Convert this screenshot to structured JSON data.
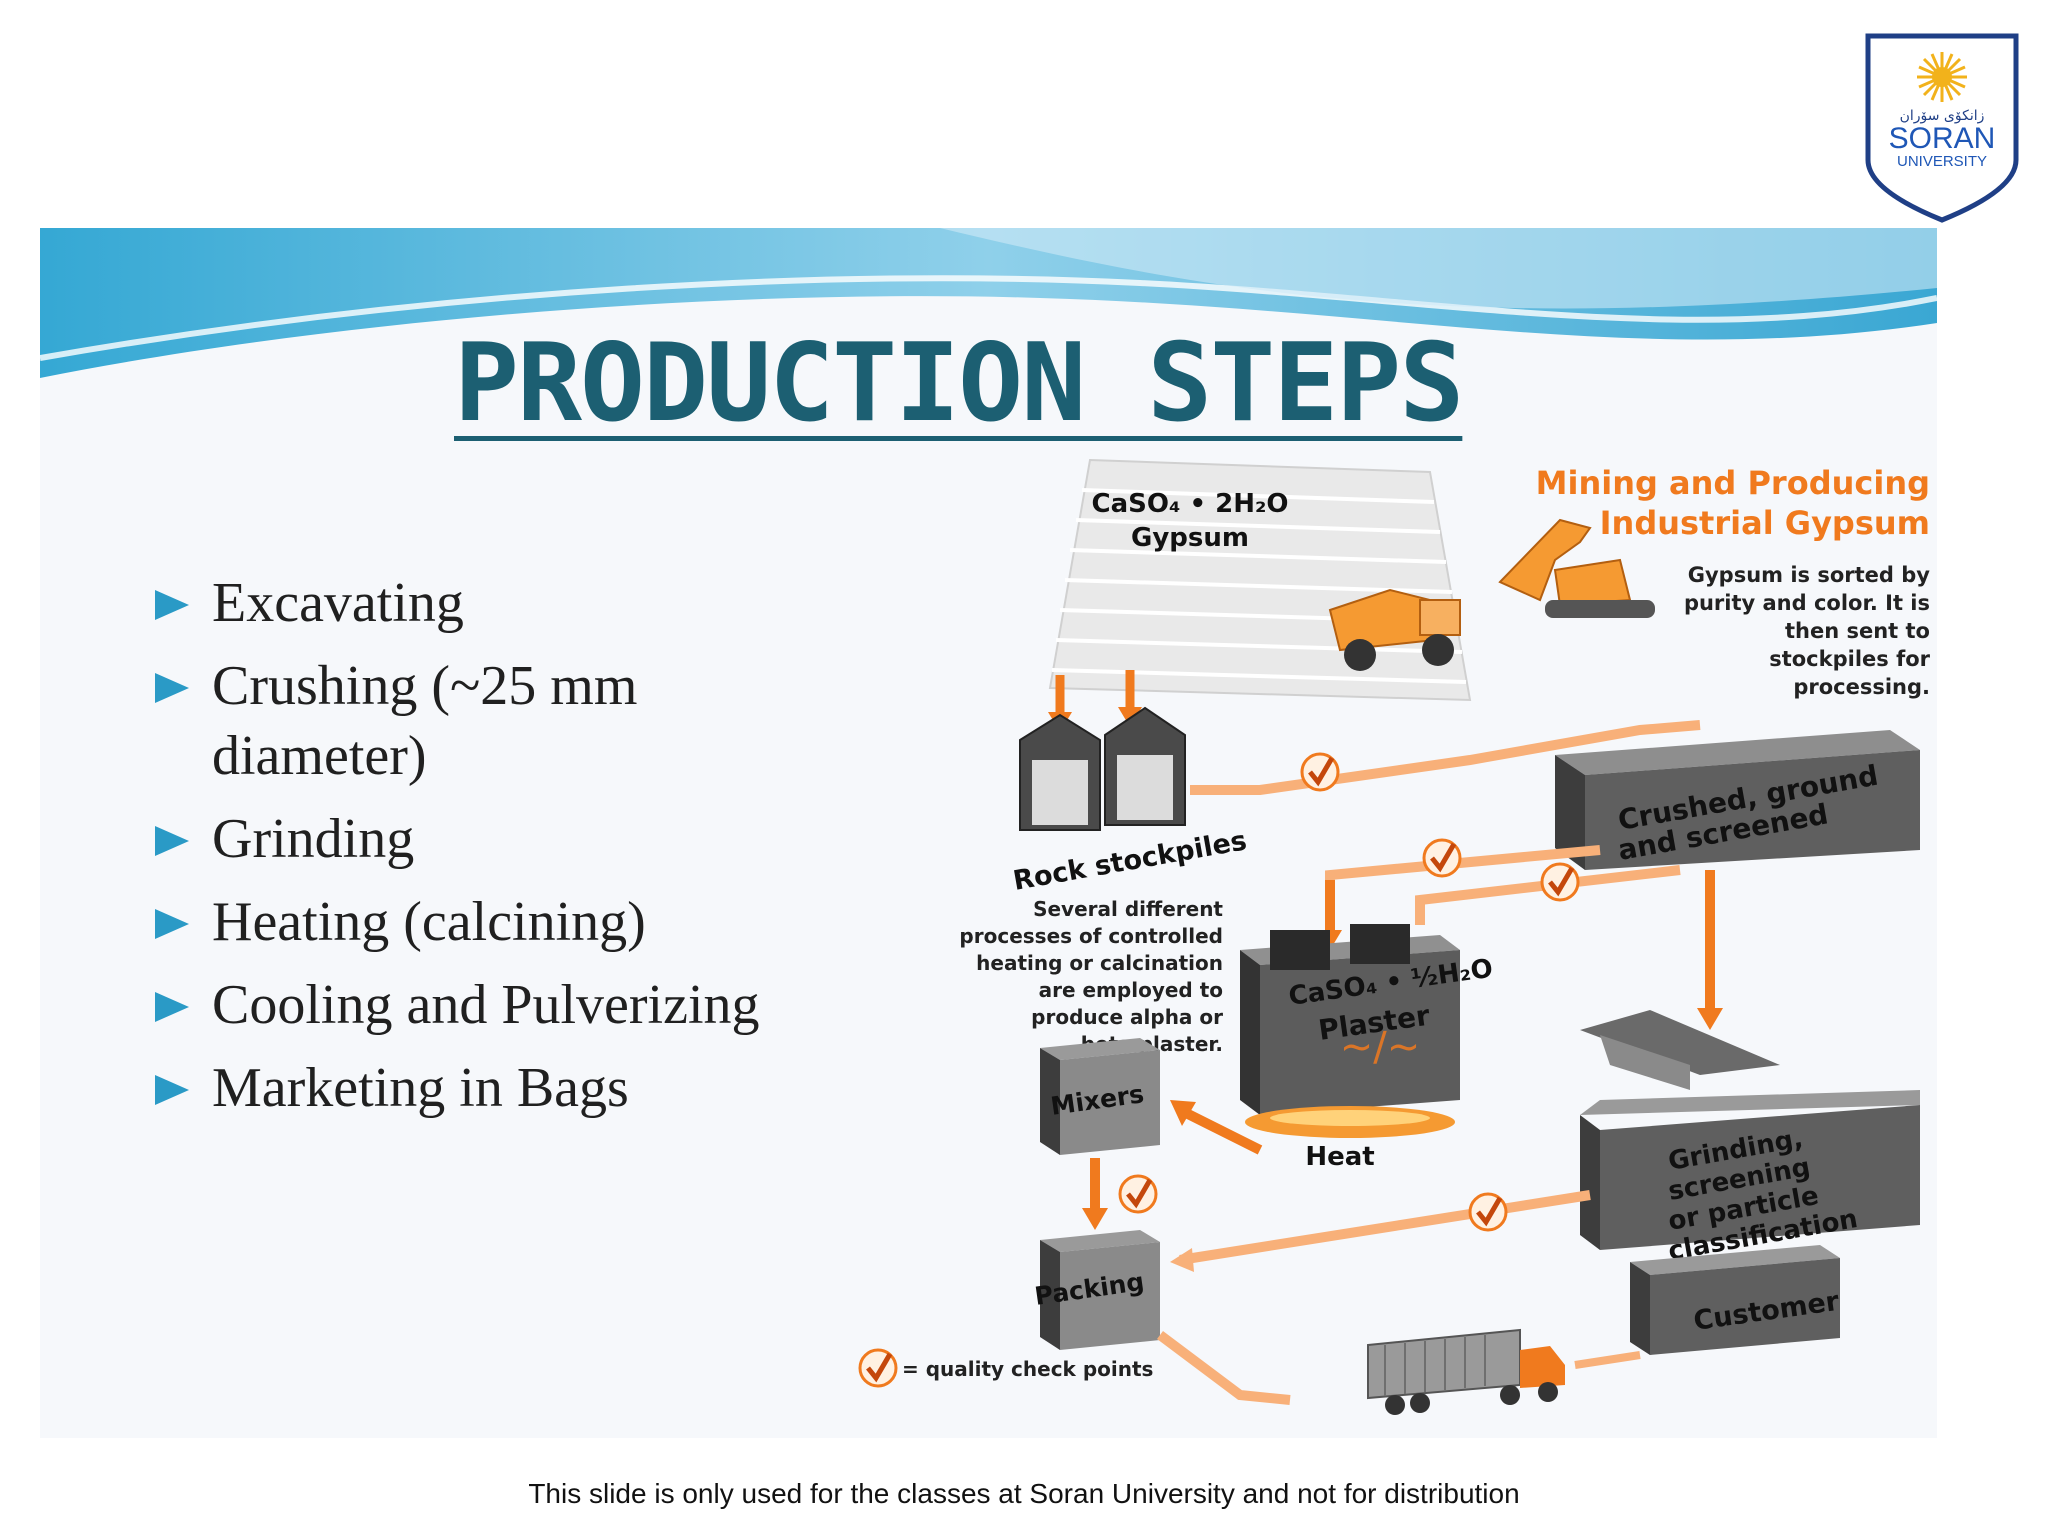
{
  "logo": {
    "arabic_text": "زانكۆی سۆران",
    "name_line1": "SORAN",
    "name_line2": "UNIVERSITY"
  },
  "slide": {
    "title": "PRODUCTION STEPS",
    "bullets": [
      {
        "line1": "Excavating",
        "line2": ""
      },
      {
        "line1": "Crushing (~25 mm",
        "line2": "diameter)"
      },
      {
        "line1": "Grinding",
        "line2": ""
      },
      {
        "line1": "Heating (calcining)",
        "line2": ""
      },
      {
        "line1": "Cooling and Pulverizing",
        "line2": ""
      },
      {
        "line1": "Marketing in Bags",
        "line2": ""
      }
    ]
  },
  "diagram": {
    "heading_line1": "Mining and Producing",
    "heading_line2": "Industrial Gypsum",
    "gypsum_formula": "CaSO₄ • 2H₂O",
    "gypsum_label": "Gypsum",
    "sorted_note": [
      "Gypsum is sorted by",
      "purity and color. It is",
      "then sent to",
      "stockpiles for",
      "processing."
    ],
    "rock_stockpiles": "Rock stockpiles",
    "crushed_line1": "Crushed, ground",
    "crushed_line2": "and screened",
    "calcination_note": [
      "Several different",
      "processes of controlled",
      "heating or calcination",
      "are employed to",
      "produce alpha or",
      "beta plaster."
    ],
    "plaster_formula": "CaSO₄ • ½H₂O",
    "plaster_label": "Plaster",
    "heat": "Heat",
    "mixers": "Mixers",
    "grinding_label": [
      "Grinding,",
      "screening",
      "or particle",
      "classification"
    ],
    "packing": "Packing",
    "customer": "Customer",
    "legend": "= quality check points",
    "colors": {
      "orange": "#f07a1e",
      "light_orange": "#f8b079",
      "gray": "#6f6f6f",
      "dark": "#1f1f1f"
    }
  },
  "footer": "This slide is only used for the classes at Soran University and not for distribution"
}
